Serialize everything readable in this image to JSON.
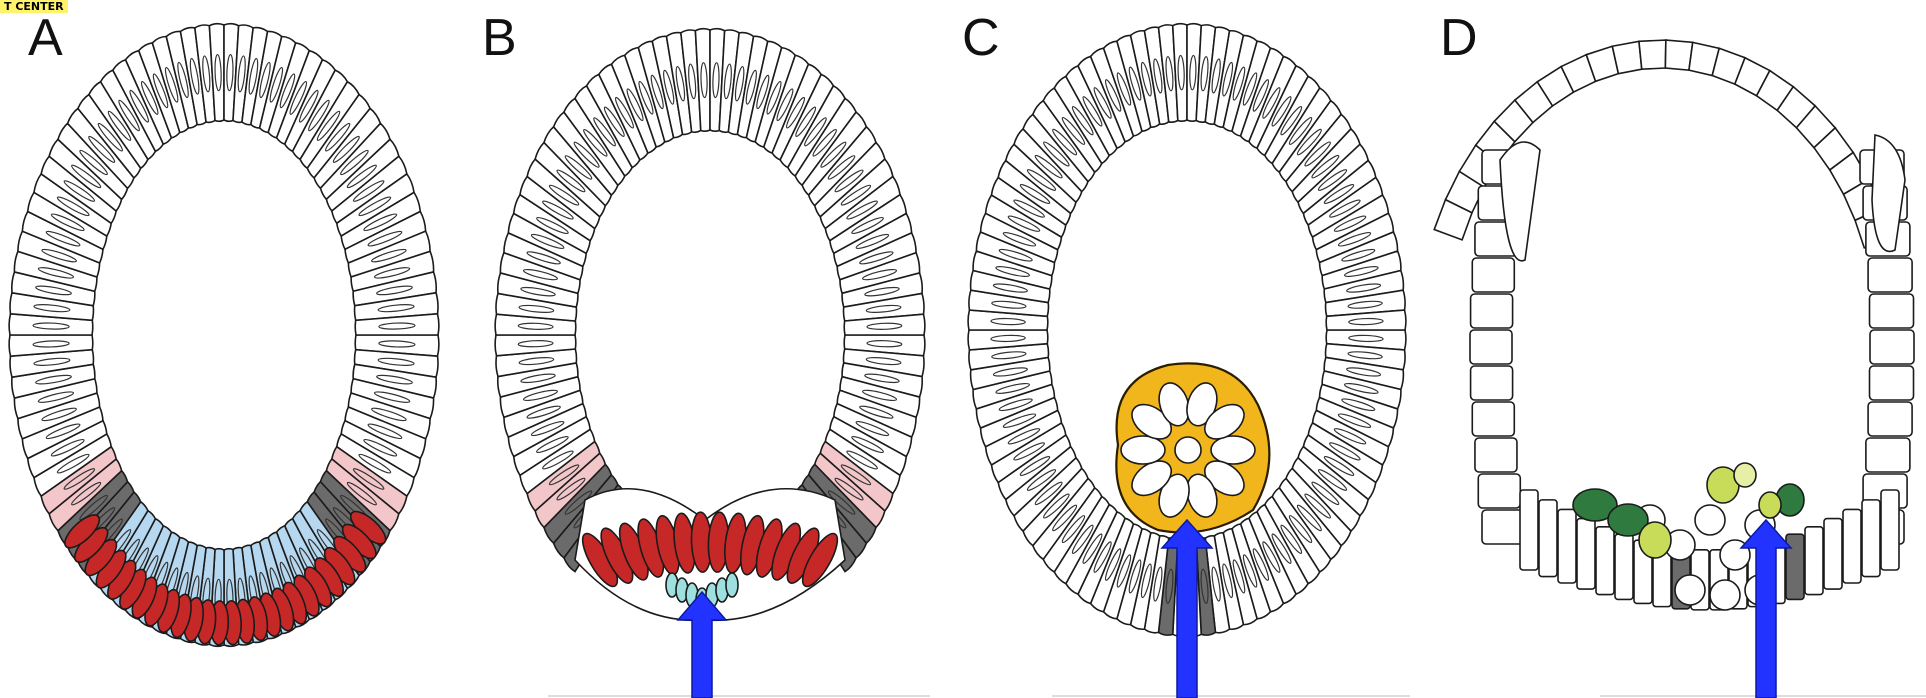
{
  "top_tag": "T CENTER",
  "panels": [
    {
      "id": "A",
      "label": "A"
    },
    {
      "id": "B",
      "label": "B"
    },
    {
      "id": "C",
      "label": "C"
    },
    {
      "id": "D",
      "label": "D"
    }
  ],
  "colors": {
    "mesoderm_red": "#c62828",
    "endoderm_blue": "#b6d7f0",
    "edge_pink": "#f3c7c9",
    "bottle_grey": "#6b6b6b",
    "invagination_teal": "#9edfe0",
    "ingressed_gold": "#f2b61d",
    "dark_green": "#2f7a3f",
    "lime_green": "#c9dc5a",
    "arrow_blue": "#2233ff"
  },
  "icons": {
    "arrow": "up-arrow-icon"
  }
}
